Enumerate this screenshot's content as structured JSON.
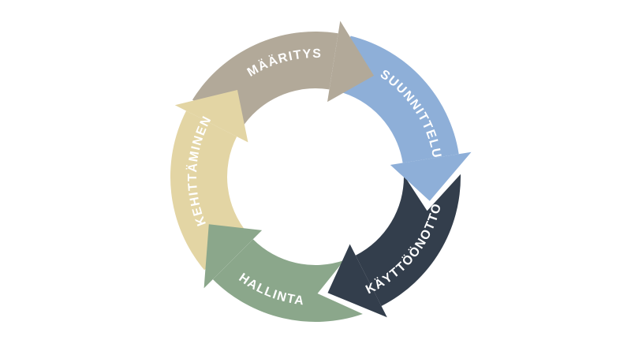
{
  "page": {
    "background": "#ffffff"
  },
  "diagram": {
    "type": "cycle",
    "direction": "clockwise",
    "segment_count": 5,
    "label_color": "#ffffff",
    "segments": [
      {
        "label": "MÄÄRITYS",
        "color": "#b2a999"
      },
      {
        "label": "SUUNNITTELU",
        "color": "#8eafd8"
      },
      {
        "label": "KÄYTTÖÖNOTTO",
        "color": "#333e4c"
      },
      {
        "label": "HALLINTA",
        "color": "#8ba78b"
      },
      {
        "label": "KEHITTÄMINEN",
        "color": "#e3d5a4"
      }
    ]
  }
}
